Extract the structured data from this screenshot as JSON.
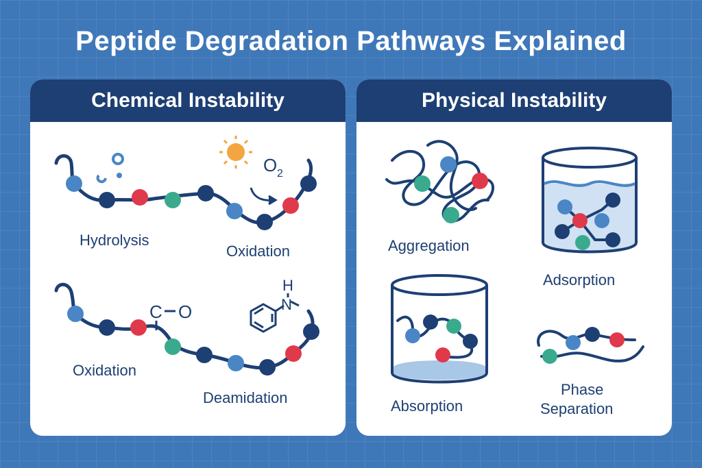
{
  "title": "Peptide Degradation Pathways Explained",
  "colors": {
    "background": "#3f78b9",
    "header": "#1d3f73",
    "navy": "#1d3f73",
    "light_blue": "#4a86c5",
    "red": "#e0394b",
    "teal": "#3aaa8e",
    "sun": "#f2a541"
  },
  "chemical": {
    "header": "Chemical Instability",
    "labels": {
      "hydrolysis": "Hydrolysis",
      "oxidation_top": "Oxidation",
      "oxidation_bottom": "Oxidation",
      "deamidation": "Deamidation"
    },
    "symbols": {
      "o2": "O",
      "o2_sub": "2",
      "carbonyl_c": "C",
      "carbonyl_o": "O",
      "amine_n": "N",
      "amine_h": "H"
    },
    "icons": [
      "water-drops-icon",
      "sun-icon",
      "arrow-icon",
      "benzene-ring-icon"
    ]
  },
  "physical": {
    "header": "Physical Instability",
    "labels": {
      "aggregation": "Aggregation",
      "adsorption": "Adsorption",
      "absorption": "Absorption",
      "phase_line1": "Phase",
      "phase_line2": "Separation"
    },
    "icons": [
      "tangled-peptide-icon",
      "beaker-icon",
      "container-icon"
    ]
  }
}
